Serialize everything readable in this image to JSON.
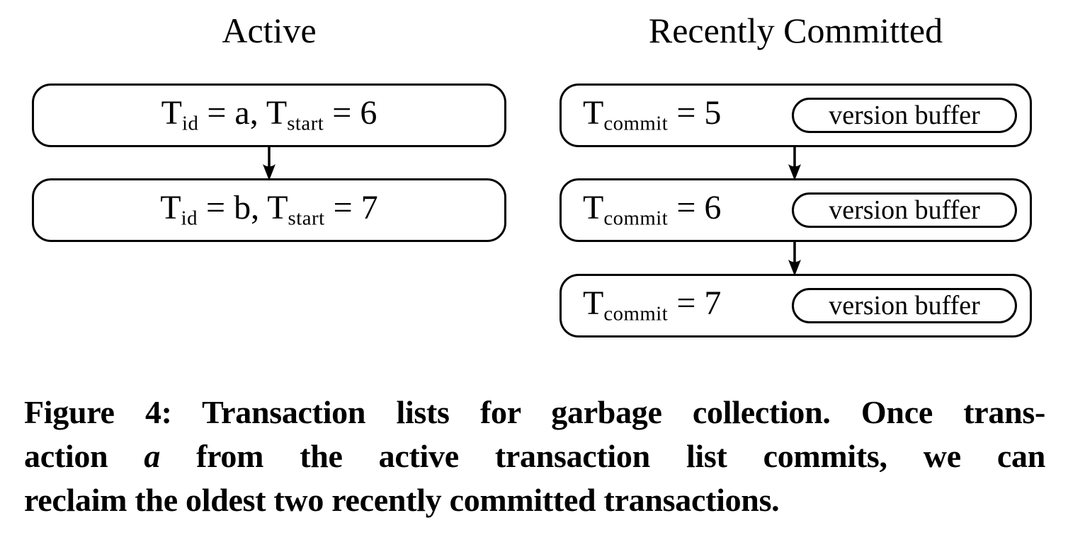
{
  "colors": {
    "ink": "#000000",
    "background": "#ffffff"
  },
  "icons": {
    "flow_arrow": "down-arrow"
  },
  "diagram": {
    "active": {
      "title": "Active",
      "boxes": [
        {
          "t1": "T",
          "sub1": "id",
          "mid": " = a, ",
          "t2": "T",
          "sub2": "start",
          "end": " = 6"
        },
        {
          "t1": "T",
          "sub1": "id",
          "mid": " = b, ",
          "t2": "T",
          "sub2": "start",
          "end": " = 7"
        }
      ]
    },
    "recently_committed": {
      "title": "Recently Committed",
      "boxes": [
        {
          "t": "T",
          "sub": "commit",
          "end": " = 5",
          "pill_label": "version buffer"
        },
        {
          "t": "T",
          "sub": "commit",
          "end": " = 6",
          "pill_label": "version buffer"
        },
        {
          "t": "T",
          "sub": "commit",
          "end": " = 7",
          "pill_label": "version buffer"
        }
      ]
    }
  },
  "caption": {
    "line1": "Figure 4: Transaction lists for garbage collection. Once trans-",
    "line2_pre": "action ",
    "line2_italic": "a",
    "line2_post": " from the active transaction list commits, we can",
    "line3": "reclaim the oldest two recently committed transactions."
  }
}
